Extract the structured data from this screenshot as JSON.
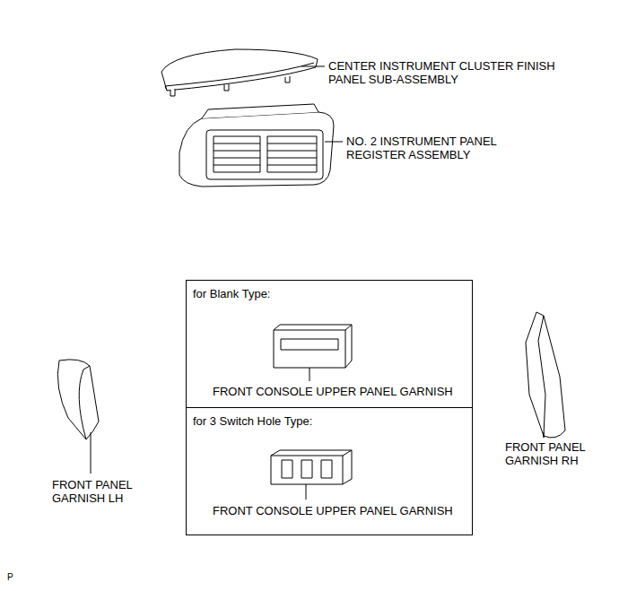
{
  "diagram": {
    "nodes": [
      {
        "text": [
          "for Blank Type:",
          "FRONT CONSOLE UPPER PANEL GARNISH"
        ]
      },
      {
        "text": [
          "for 3 Switch Hole Type:",
          "FRONT CONSOLE UPPER PANEL GARNISH"
        ]
      }
    ],
    "labels": [
      "CENTER INSTRUMENT CLUSTER FINISH PANEL SUB-ASSEMBLY",
      "NO. 2 INSTRUMENT PANEL REGISTER ASSEMBLY",
      "FRONT PANEL GARNISH LH",
      "FRONT PANEL GARNISH RH",
      "P"
    ]
  }
}
